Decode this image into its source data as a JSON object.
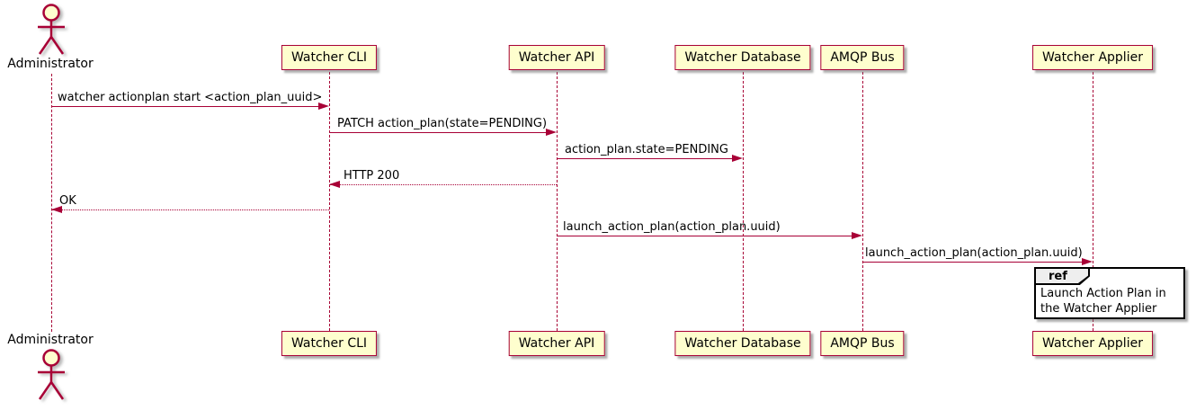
{
  "diagram_type": "uml-sequence",
  "colors": {
    "participant_fill": "#FEFECE",
    "participant_border": "#A80036",
    "arrow": "#A80036",
    "lifeline": "#A80036",
    "ref_border": "#000000",
    "ref_tab_fill": "#EEEEEE",
    "background": "#ffffff"
  },
  "actor": {
    "label": "Administrator"
  },
  "participants": [
    {
      "label": "Watcher CLI"
    },
    {
      "label": "Watcher API"
    },
    {
      "label": "Watcher Database"
    },
    {
      "label": "AMQP Bus"
    },
    {
      "label": "Watcher Applier"
    }
  ],
  "messages": [
    {
      "from": "Administrator",
      "to": "Watcher CLI",
      "label": "watcher actionplan start <action_plan_uuid>",
      "line": "solid"
    },
    {
      "from": "Watcher CLI",
      "to": "Watcher API",
      "label": "PATCH action_plan(state=PENDING)",
      "line": "solid"
    },
    {
      "from": "Watcher API",
      "to": "Watcher Database",
      "label": "action_plan.state=PENDING",
      "line": "solid"
    },
    {
      "from": "Watcher API",
      "to": "Watcher CLI",
      "label": "HTTP 200",
      "line": "dashed"
    },
    {
      "from": "Watcher CLI",
      "to": "Administrator",
      "label": "OK",
      "line": "dashed"
    },
    {
      "from": "Watcher API",
      "to": "AMQP Bus",
      "label": "launch_action_plan(action_plan.uuid)",
      "line": "solid"
    },
    {
      "from": "AMQP Bus",
      "to": "Watcher Applier",
      "label": "launch_action_plan(action_plan.uuid)",
      "line": "solid"
    }
  ],
  "ref_fragment": {
    "keyword": "ref",
    "text": "Launch Action Plan in the Watcher Applier",
    "over": "Watcher Applier"
  }
}
